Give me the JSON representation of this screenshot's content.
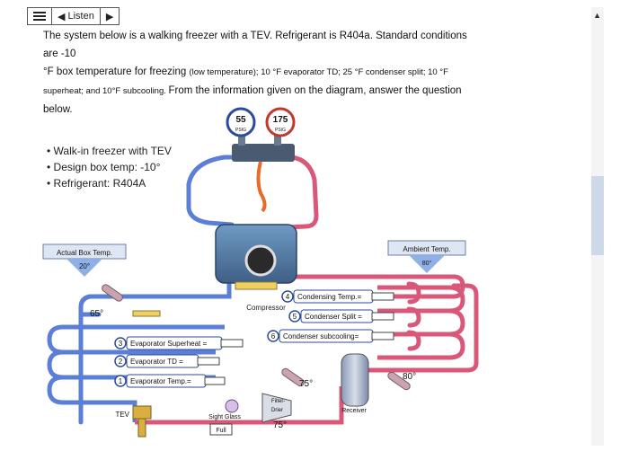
{
  "toolbar": {
    "menu_icon": "menu-icon",
    "listen_label": "Listen",
    "play_icon": "play-icon"
  },
  "question": {
    "line1": "The system below is a walking freezer with a TEV. Refrigerant is R404a. Standard conditions are -10",
    "line2a": "°F box temperature for freezing ",
    "line2b": "(low temperature); 10 °F evaporator TD; 25 °F condenser split; 10 °F",
    "line3a": "superheat; and 10°F subcooling. ",
    "line3b": "From the information given on the diagram, answer the question",
    "line4": "below."
  },
  "diagram": {
    "bullets": [
      "• Walk-in freezer with TEV",
      "• Design box temp: -10°",
      "• Refrigerant: R404A"
    ],
    "gauge_low_value": "55",
    "gauge_low_unit": "PSIG",
    "gauge_high_value": "175",
    "gauge_high_unit": "PSIG",
    "actual_box_label": "Actual Box Temp.",
    "actual_box_value": "20°",
    "ambient_label": "Ambient Temp.",
    "ambient_value": "80°",
    "compressor_label": "Compressor",
    "suction_temp": "65°",
    "q4": "4",
    "q4_label": "Condensing Temp.=",
    "q5": "5",
    "q5_label": "Condenser Split =",
    "q6": "6",
    "q6_label": "Condenser subcooling=",
    "q3": "3",
    "q3_label": "Evaporator Superheat =",
    "q2": "2",
    "q2_label": "Evaporator TD =",
    "q1": "1",
    "q1_label": "Evaporator Temp.=",
    "tev_label": "TEV",
    "sight_glass_label": "Sight Glass",
    "sight_glass_value": "Full",
    "filter_drier_label1": "Filter-",
    "filter_drier_label2": "Drier",
    "liquid_temp_top": "75°",
    "liquid_temp_bottom": "75°",
    "receiver_label": "Receiver",
    "condenser_out_temp": "80°"
  },
  "colors": {
    "cold_pipe": "#5b7fd6",
    "hot_pipe": "#d9587a",
    "bubble_fill": "#ffffff",
    "bubble_stroke": "#2c4b9a",
    "arrow_fill": "#8fb0e6"
  }
}
